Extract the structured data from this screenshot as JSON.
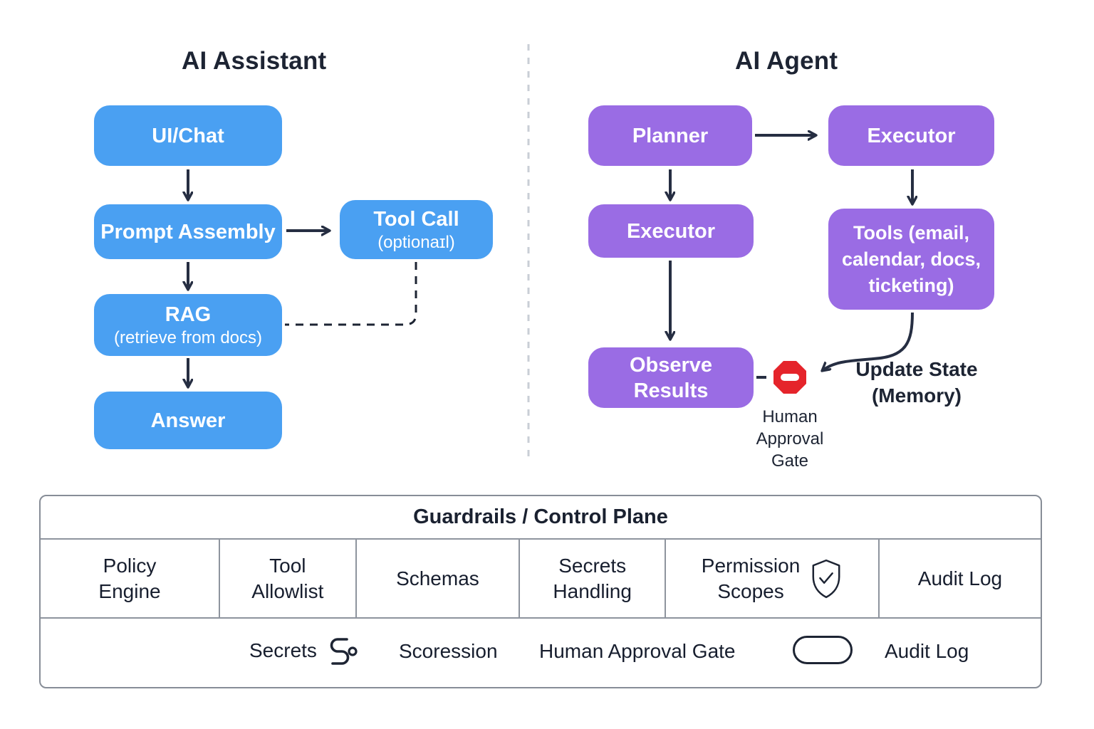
{
  "assistant": {
    "title": "AI Assistant",
    "ui_chat": "UI/Chat",
    "prompt_assembly": "Prompt Assembly",
    "tool_call": {
      "line1": "Tool Call",
      "line2": "(optionaɪl)"
    },
    "rag": {
      "line1": "RAG",
      "line2": "(retrieve from docs)"
    },
    "answer": "Answer"
  },
  "agent": {
    "title": "AI Agent",
    "planner": "Planner",
    "executor_top": "Executor",
    "executor_side": "Executor",
    "tools": {
      "line1": "Tools (email,",
      "line2": "calendar, docs,",
      "line3": "ticketing)"
    },
    "observe": {
      "line1": "Observe",
      "line2": "Results"
    },
    "human_gate": {
      "line1": "Human",
      "line2": "Approval",
      "line3": "Gate"
    },
    "update_state": {
      "line1": "Update State",
      "line2": "(Memory)"
    }
  },
  "guardrails": {
    "title": "Guardrails / Control Plane",
    "cells": [
      {
        "line1": "Policy",
        "line2": "Engine"
      },
      {
        "line1": "Tool",
        "line2": "Allowlist"
      },
      {
        "line1": "Schemas",
        "line2": ""
      },
      {
        "line1": "Secrets",
        "line2": "Handling"
      },
      {
        "line1": "Permission",
        "line2": "Scopes"
      },
      {
        "line1": "Audit Log",
        "line2": ""
      }
    ],
    "bottom": {
      "secrets": "Secrets",
      "scoression": "Scoression",
      "human_approval_gate": "Human Approval Gate",
      "audit_log": "Audit Log"
    }
  },
  "icons": {
    "permission_scopes": "shield-check-icon",
    "human_gate": "no-entry-icon",
    "secrets": "squiggle-link-icon",
    "bottom_pill": "pill-outline-icon"
  },
  "colors": {
    "assistant_box": "#4AA0F2",
    "agent_box": "#9A6CE4",
    "gate_red": "#E5242B",
    "text_dark": "#1D2433",
    "arrow": "#262E42",
    "divider_dash": "#C9CED6",
    "table_border": "#878D97"
  }
}
